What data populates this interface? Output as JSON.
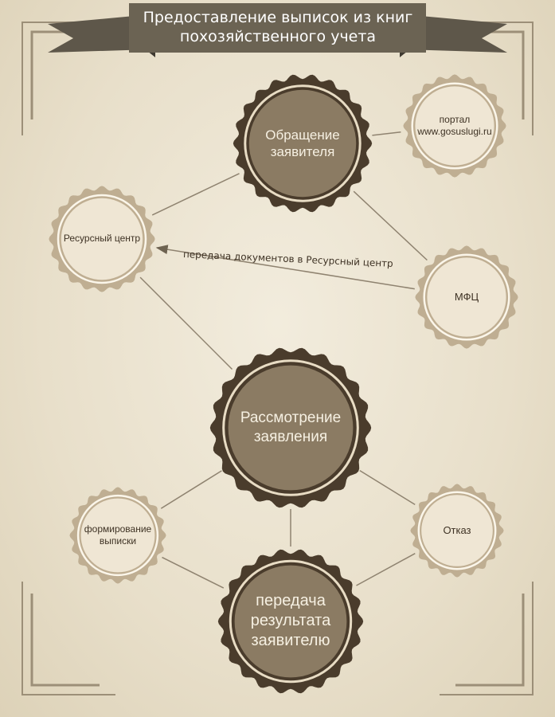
{
  "banner": {
    "title": "Предоставление выписок из книг\nпохозяйственного учета"
  },
  "nodes": [
    {
      "id": "obrashchenie",
      "label": "Обращение\nзаявителя",
      "style": "dark"
    },
    {
      "id": "portal",
      "label": "портал\nwww.gosuslugi.ru",
      "style": "light"
    },
    {
      "id": "resursny",
      "label": "Ресурсный центр",
      "style": "light"
    },
    {
      "id": "mfc",
      "label": "МФЦ",
      "style": "light"
    },
    {
      "id": "rassmotrenie",
      "label": "Рассмотрение\nзаявления",
      "style": "dark"
    },
    {
      "id": "formirovanie",
      "label": "формирование\nвыписки",
      "style": "light"
    },
    {
      "id": "otkaz",
      "label": "Отказ",
      "style": "light"
    },
    {
      "id": "peredacha",
      "label": "передача\nрезультата\nзаявителю",
      "style": "dark"
    }
  ],
  "edges": [
    {
      "from": "obrashchenie",
      "to": "portal"
    },
    {
      "from": "obrashchenie",
      "to": "resursny"
    },
    {
      "from": "obrashchenie",
      "to": "mfc"
    },
    {
      "from": "mfc",
      "to": "resursny",
      "label": "передача документов в Ресурсный центр",
      "arrow": true
    },
    {
      "from": "resursny",
      "to": "rassmotrenie"
    },
    {
      "from": "rassmotrenie",
      "to": "formirovanie"
    },
    {
      "from": "rassmotrenie",
      "to": "otkaz"
    },
    {
      "from": "rassmotrenie",
      "to": "peredacha"
    },
    {
      "from": "formirovanie",
      "to": "peredacha"
    },
    {
      "from": "otkaz",
      "to": "peredacha"
    }
  ],
  "colors": {
    "dark_ring": "#4a3c2c",
    "dark_fill": "#8b7b63",
    "light_ring": "#bfae92",
    "light_fill": "#efe6d4",
    "banner": "#6b6353",
    "line": "#8f8370",
    "frame": "#9c8f78"
  }
}
